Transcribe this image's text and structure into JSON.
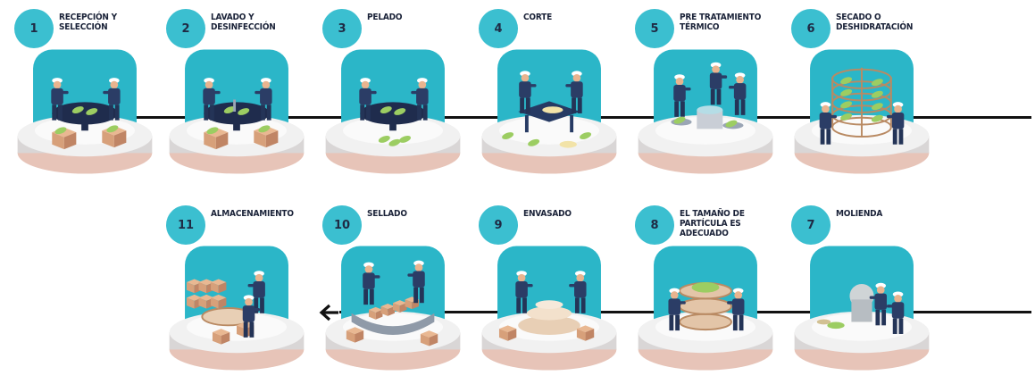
{
  "colors": {
    "badge": "#3bbfd0",
    "scene_backdrop": "#2bb6c8",
    "platform_top": "#f1f1f1",
    "platform_side": "#d9d6d6",
    "platform_rim": "#e7c4b8",
    "worker_uniform": "#2b3d66",
    "worker_hat": "#ffffff",
    "skin": "#e9b48f",
    "produce": "#9ccd62",
    "box": "#d7a07a",
    "connector": "#111111"
  },
  "steps": [
    {
      "number": "1",
      "label": "RECEPCIÓN Y SELECCIÓN",
      "icon": "reception-scene-icon"
    },
    {
      "number": "2",
      "label": "LAVADO Y DESINFECCIÓN",
      "icon": "washing-scene-icon"
    },
    {
      "number": "3",
      "label": "PELADO",
      "icon": "peeling-scene-icon"
    },
    {
      "number": "4",
      "label": "CORTE",
      "icon": "cutting-scene-icon"
    },
    {
      "number": "5",
      "label": "PRE TRATAMIENTO TÉRMICO",
      "icon": "thermal-pretreatment-scene-icon"
    },
    {
      "number": "6",
      "label": "SECADO O DESHIDRATACIÓN",
      "icon": "drying-rack-scene-icon"
    },
    {
      "number": "7",
      "label": "MOLIENDA",
      "icon": "grinding-mill-scene-icon"
    },
    {
      "number": "8",
      "label": "EL TAMAÑO DE PARTÍCULA ES ADECUADO",
      "icon": "sieving-scene-icon"
    },
    {
      "number": "9",
      "label": "ENVASADO",
      "icon": "packaging-scene-icon"
    },
    {
      "number": "10",
      "label": "SELLADO",
      "icon": "sealing-conveyor-scene-icon"
    },
    {
      "number": "11",
      "label": "ALMACENAMIENTO",
      "icon": "storage-boxes-scene-icon"
    }
  ]
}
